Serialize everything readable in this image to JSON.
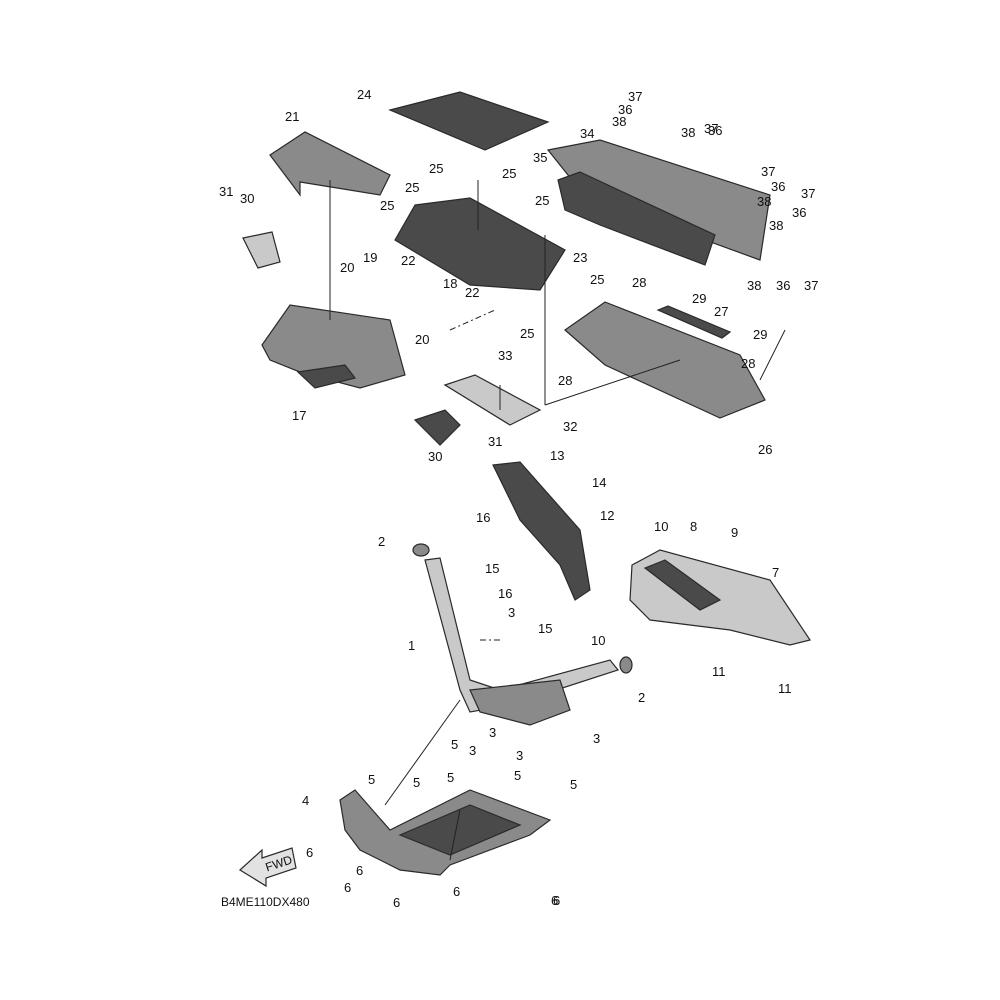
{
  "diagram_code": "B4ME110DX480",
  "fwd_label": "FWD",
  "callouts": [
    "1",
    "2",
    "2",
    "3",
    "3",
    "3",
    "3",
    "3",
    "4",
    "5",
    "5",
    "5",
    "5",
    "5",
    "5",
    "6",
    "6",
    "6",
    "6",
    "6",
    "6",
    "6",
    "7",
    "8",
    "9",
    "10",
    "10",
    "11",
    "11",
    "12",
    "13",
    "14",
    "15",
    "15",
    "16",
    "16",
    "17",
    "18",
    "19",
    "20",
    "20",
    "21",
    "22",
    "22",
    "23",
    "24",
    "25",
    "25",
    "25",
    "25",
    "25",
    "25",
    "25",
    "26",
    "27",
    "28",
    "28",
    "28",
    "29",
    "29",
    "30",
    "30",
    "31",
    "31",
    "32",
    "33",
    "34",
    "35",
    "36",
    "36",
    "36",
    "36",
    "36",
    "37",
    "37",
    "37",
    "37",
    "37",
    "38",
    "38",
    "38",
    "38",
    "38"
  ]
}
